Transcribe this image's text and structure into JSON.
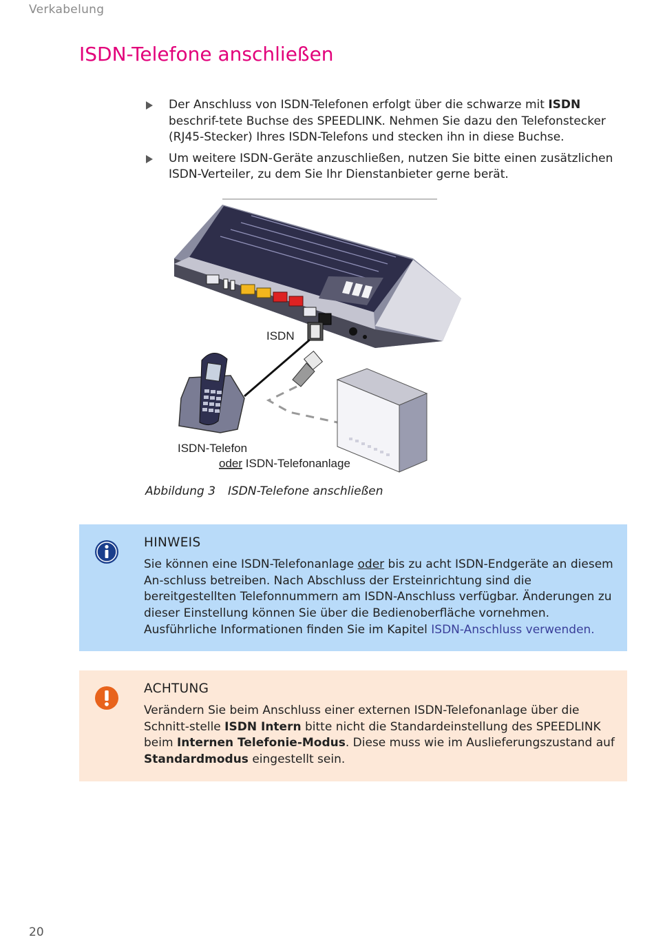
{
  "header": {
    "section": "Verkabelung"
  },
  "title": "ISDN-Telefone anschließen",
  "bullets": [
    {
      "before": "Der Anschluss von ISDN-Telefonen erfolgt über die schwarze mit ",
      "bold": "ISDN",
      "after": " beschrif-tete Buchse des SPEEDLINK. Nehmen Sie dazu den Telefonstecker (RJ45-Stecker) Ihres ISDN-Telefons und stecken ihn in diese Buchse."
    },
    {
      "text": "Um weitere ISDN-Geräte anzuschließen, nutzen Sie bitte einen zusätzlichen ISDN-Verteiler, zu dem Sie Ihr Dienstanbieter gerne berät."
    }
  ],
  "figure": {
    "label_isdn": "ISDN",
    "label_phone": "ISDN-Telefon",
    "label_or": "oder",
    "label_pbx": " ISDN-Telefonanlage",
    "caption_number": "Abbildung 3",
    "caption_text": "ISDN-Telefone anschließen"
  },
  "notice": {
    "title": "HINWEIS",
    "part1": "Sie können eine ISDN-Telefonanlage ",
    "underlined": "oder",
    "part2": " bis zu acht ISDN-Endgeräte an diesem An-schluss betreiben. Nach Abschluss der Ersteinrichtung sind die bereitgestellten Telefonnummern am ISDN-Anschluss verfügbar. Änderungen zu dieser Einstellung können Sie über die Bedienoberfläche vornehmen. Ausführliche Informationen finden Sie im Kapitel ",
    "link": "ISDN-Anschluss verwenden."
  },
  "warning": {
    "title": "ACHTUNG",
    "t1": "Verändern Sie beim Anschluss einer externen ISDN-Telefonanlage über die Schnitt-stelle ",
    "b1": "ISDN Intern",
    "t2": " bitte nicht die Standardeinstellung des SPEEDLINK beim ",
    "b2": "Internen Telefonie-Modus",
    "t3": ". Diese muss wie im Auslieferungszustand auf ",
    "b3": "Standardmodus",
    "t4": " eingestellt sein."
  },
  "page_number": "20",
  "colors": {
    "title": "#e2007a",
    "info_bg": "#b9dbf9",
    "warn_bg": "#fde8d8",
    "info_icon": "#1a3e8c",
    "warn_icon": "#e8631c",
    "link": "#3a3f9a"
  },
  "icons": [
    "bullet-triangle-icon",
    "info-icon",
    "exclamation-icon"
  ]
}
